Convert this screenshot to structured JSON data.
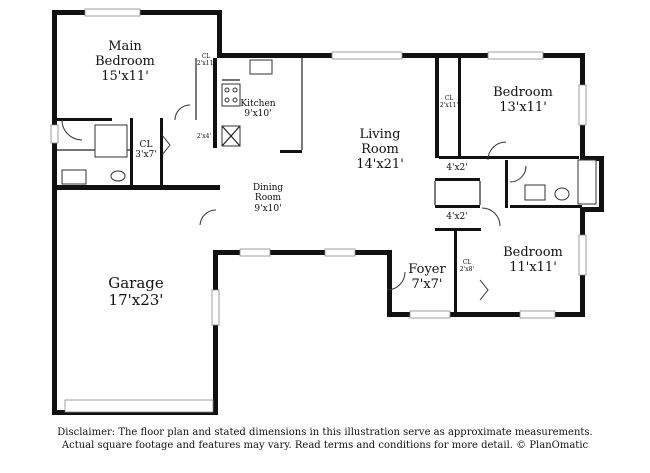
{
  "rooms": {
    "main_bedroom": {
      "name": "Main Bedroom",
      "dims": "15'x11'"
    },
    "bedroom_1": {
      "name": "Bedroom",
      "dims": "13'x11'"
    },
    "bedroom_2": {
      "name": "Bedroom",
      "dims": "11'x11'"
    },
    "kitchen": {
      "name": "Kitchen",
      "dims": "9'x10'"
    },
    "living_room": {
      "name": "Living Room",
      "dims": "14'x21'"
    },
    "dining_room": {
      "name": "Dining Room",
      "dims": "9'x10'"
    },
    "garage": {
      "name": "Garage",
      "dims": "17'x23'"
    },
    "foyer": {
      "name": "Foyer",
      "dims": "7'x7'"
    }
  },
  "closets": {
    "cl_main": {
      "name": "CL",
      "dims": "3'x7'"
    },
    "cl_main_small": {
      "name": "CL",
      "dims": "2'x11'"
    },
    "cl_kitchen": {
      "dims": "2'x4'"
    },
    "cl_bed1": {
      "name": "CL",
      "dims": "2'x11'"
    },
    "cl_hall_top": {
      "dims": "4'x2'"
    },
    "cl_hall_bottom": {
      "dims": "4'x2'"
    },
    "cl_bed2": {
      "name": "CL",
      "dims": "2'x8'"
    }
  },
  "disclaimer": {
    "line1": "Disclaimer: The floor plan and stated dimensions in this illustration serve as approximate measurements.",
    "line2": "Actual square footage and features may vary. Read terms and conditions for more detail. © PlanOmatic"
  }
}
